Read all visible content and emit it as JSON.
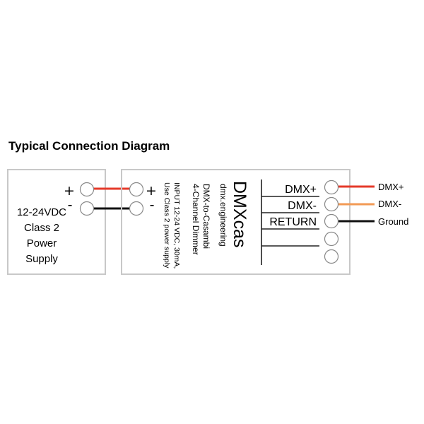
{
  "title": "Typical Connection Diagram",
  "power_supply": {
    "lines": [
      "12-24VDC",
      "Class 2",
      "Power",
      "Supply"
    ],
    "plus": "+",
    "minus": "-"
  },
  "dimmer": {
    "brand": "DMXcas",
    "site": "dmx.engineering",
    "desc1": "DMX-to-Casambi",
    "desc2": "4-Channel Dimmer",
    "input1": "INPUT 12-24 VDC, 30mA,",
    "input2": "Use Class 2 power supply",
    "plus": "+",
    "minus": "-",
    "terminals": [
      "DMX+",
      "DMX-",
      "RETURN",
      "",
      ""
    ]
  },
  "outputs": [
    {
      "label": "DMX+",
      "color": "#e53a2a"
    },
    {
      "label": "DMX-",
      "color": "#f29a55"
    },
    {
      "label": "Ground",
      "color": "#111111"
    }
  ],
  "colors": {
    "positive_wire": "#e53a2a",
    "negative_wire": "#111111",
    "box_border": "#c8c8c8"
  }
}
